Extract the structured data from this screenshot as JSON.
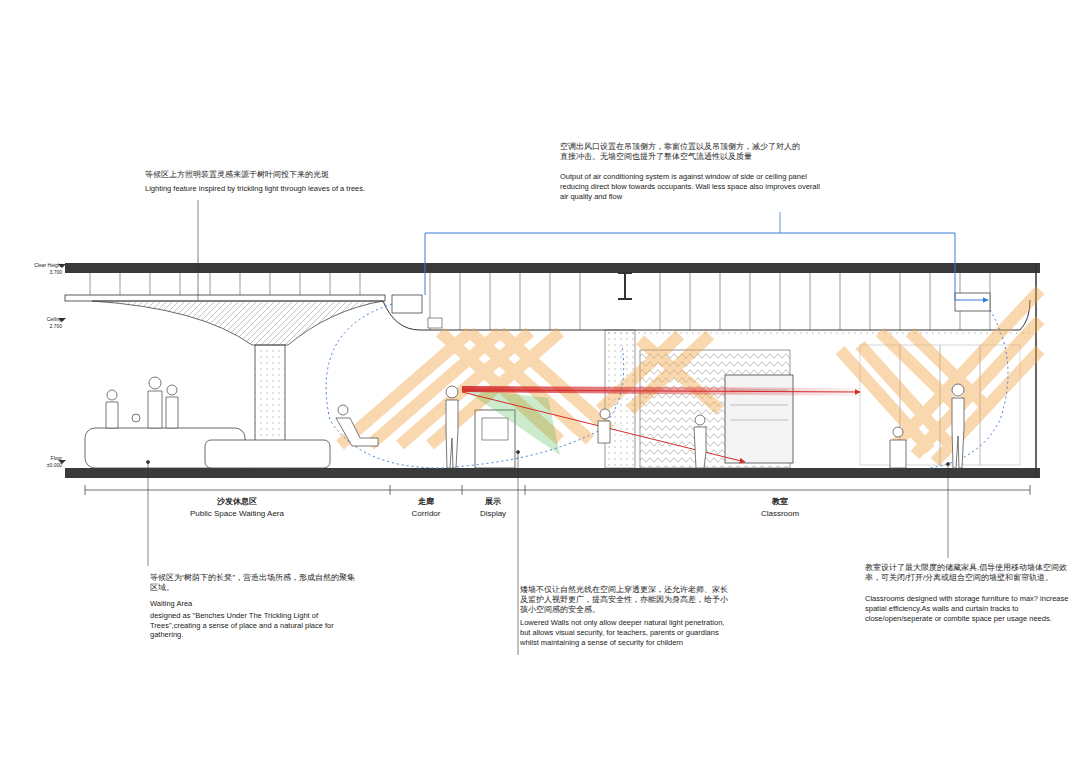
{
  "diagram": {
    "labels": [
      "等候区上方照明装置灵感来源于树叶间投下来的光斑",
      "Lighting feature inspired by trickling light through leaves of a trees.",
      "空调出风口设置在吊顶侧方，靠窗位置以及吊顶侧方，减少了对人的直接冲击。无墙空间也提升了整体空气流通性以及质量",
      "Output of air conditioning system is against window of side or ceiling panel reducing direct blow towards occupants. Wall less space also improves overall air quality and flow",
      "Clear Height",
      "3.700",
      "Ceiling",
      "2.700",
      "Floor",
      "±0.000",
      "沙发休息区",
      "Public Space Waiting Aera",
      "走廊",
      "Corridor",
      "展示",
      "Display",
      "教室",
      "Classroom",
      "等候区为“树荫下的长凳”，营造出场所感，形成自然的聚集区域。",
      "Waiting Area",
      "designed as \"Benches Under The Trickling Light of Trees\",creating a sense of place and a natural place for gathering.",
      "矮墙不仅让自然光线在空间上穿透更深，还允许老师、家长及监护人视野更广，提高安全性，亦能因为身高差，给予小孩小空间感的安全感。",
      "Lowered Walls not only allow deeper natural light penetration, but allows visual security, for teachers, parents or guardians whilst maintaining a sense of security for childern",
      "教室设计了最大限度的储藏家具,倡导使用移动墙体空间效率，可关闭/打开/分离或组合空间的墙壁和窗帘轨道。",
      "Classrooms designed with storage furniture to max? increase spatial efficiency.As walls and curtain tracks to close/open/seperate or combite space per usage needs."
    ]
  }
}
